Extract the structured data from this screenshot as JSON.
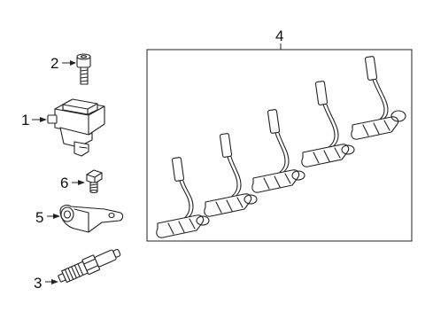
{
  "callouts": {
    "one": "1",
    "two": "2",
    "three": "3",
    "four": "4",
    "five": "5",
    "six": "6"
  },
  "icons": {
    "ignition_coil": "ignition-coil-icon",
    "bolt": "bolt-icon",
    "spark_plug": "spark-plug-icon",
    "wire_harness_set": "spark-plug-wire-set-icon",
    "sensor": "sensor-icon",
    "stud": "stud-icon"
  },
  "colors": {
    "line": "#222222",
    "background": "#ffffff"
  }
}
